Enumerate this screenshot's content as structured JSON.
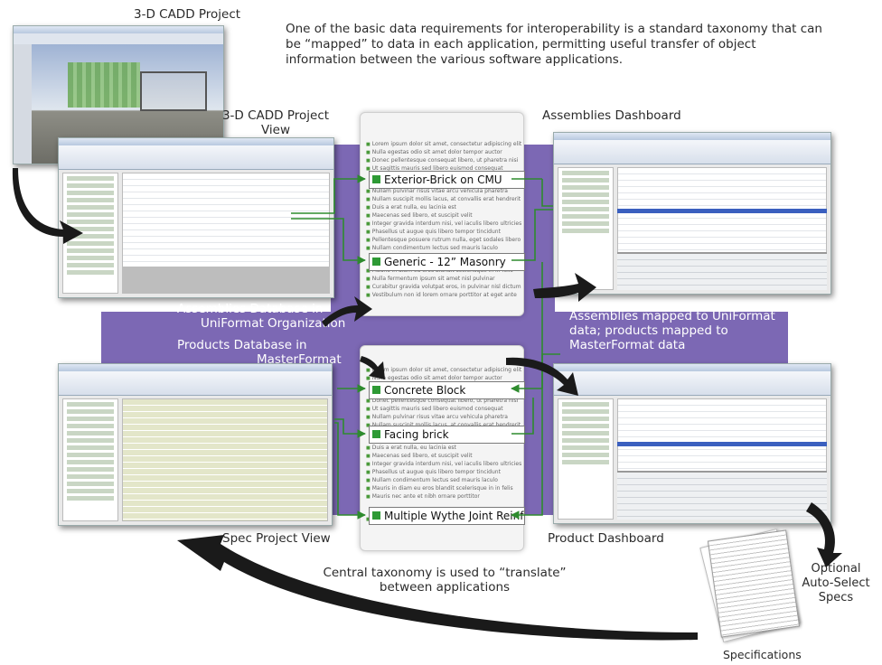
{
  "intro_text": "One of the basic data requirements for interoperability is a standard taxonomy that can be “mapped” to data in each application, permitting useful transfer of object information between the various software applications.",
  "labels": {
    "cadd_project": "3-D CADD Project",
    "cadd_project_view_1": "3-D CADD Project",
    "cadd_project_view_2": "View",
    "assemblies_dashboard": "Assemblies Dashboard",
    "assemblies_db_1": "Assemblies Database in",
    "assemblies_db_2": "UniFormat Organization",
    "products_db_1": "Products Database in",
    "products_db_2": "MasterFormat",
    "mapped_1": "Assemblies mapped to UniFormat",
    "mapped_2": "data; products mapped to",
    "mapped_3": "MasterFormat data",
    "spec_project_view": "Spec Project View",
    "product_dashboard": "Product Dashboard",
    "central_1": "Central taxonomy is used to “translate”",
    "central_2": "between applications",
    "optional_1": "Optional",
    "optional_2": "Auto-Select",
    "optional_3": "Specs",
    "specifications": "Specifications"
  },
  "taxonomy_terms": {
    "exterior_brick": "Exterior-Brick on CMU",
    "generic_masonry": "Generic - 12” Masonry",
    "concrete_block": "Concrete Block",
    "facing_brick": "Facing brick",
    "wythe_joint": "Multiple Wythe Joint Reinfo"
  },
  "colors": {
    "band": "#7c68b4",
    "connector": "#2e8b2e",
    "arrow": "#1a1a1a",
    "selection": "#3a5fbf"
  }
}
